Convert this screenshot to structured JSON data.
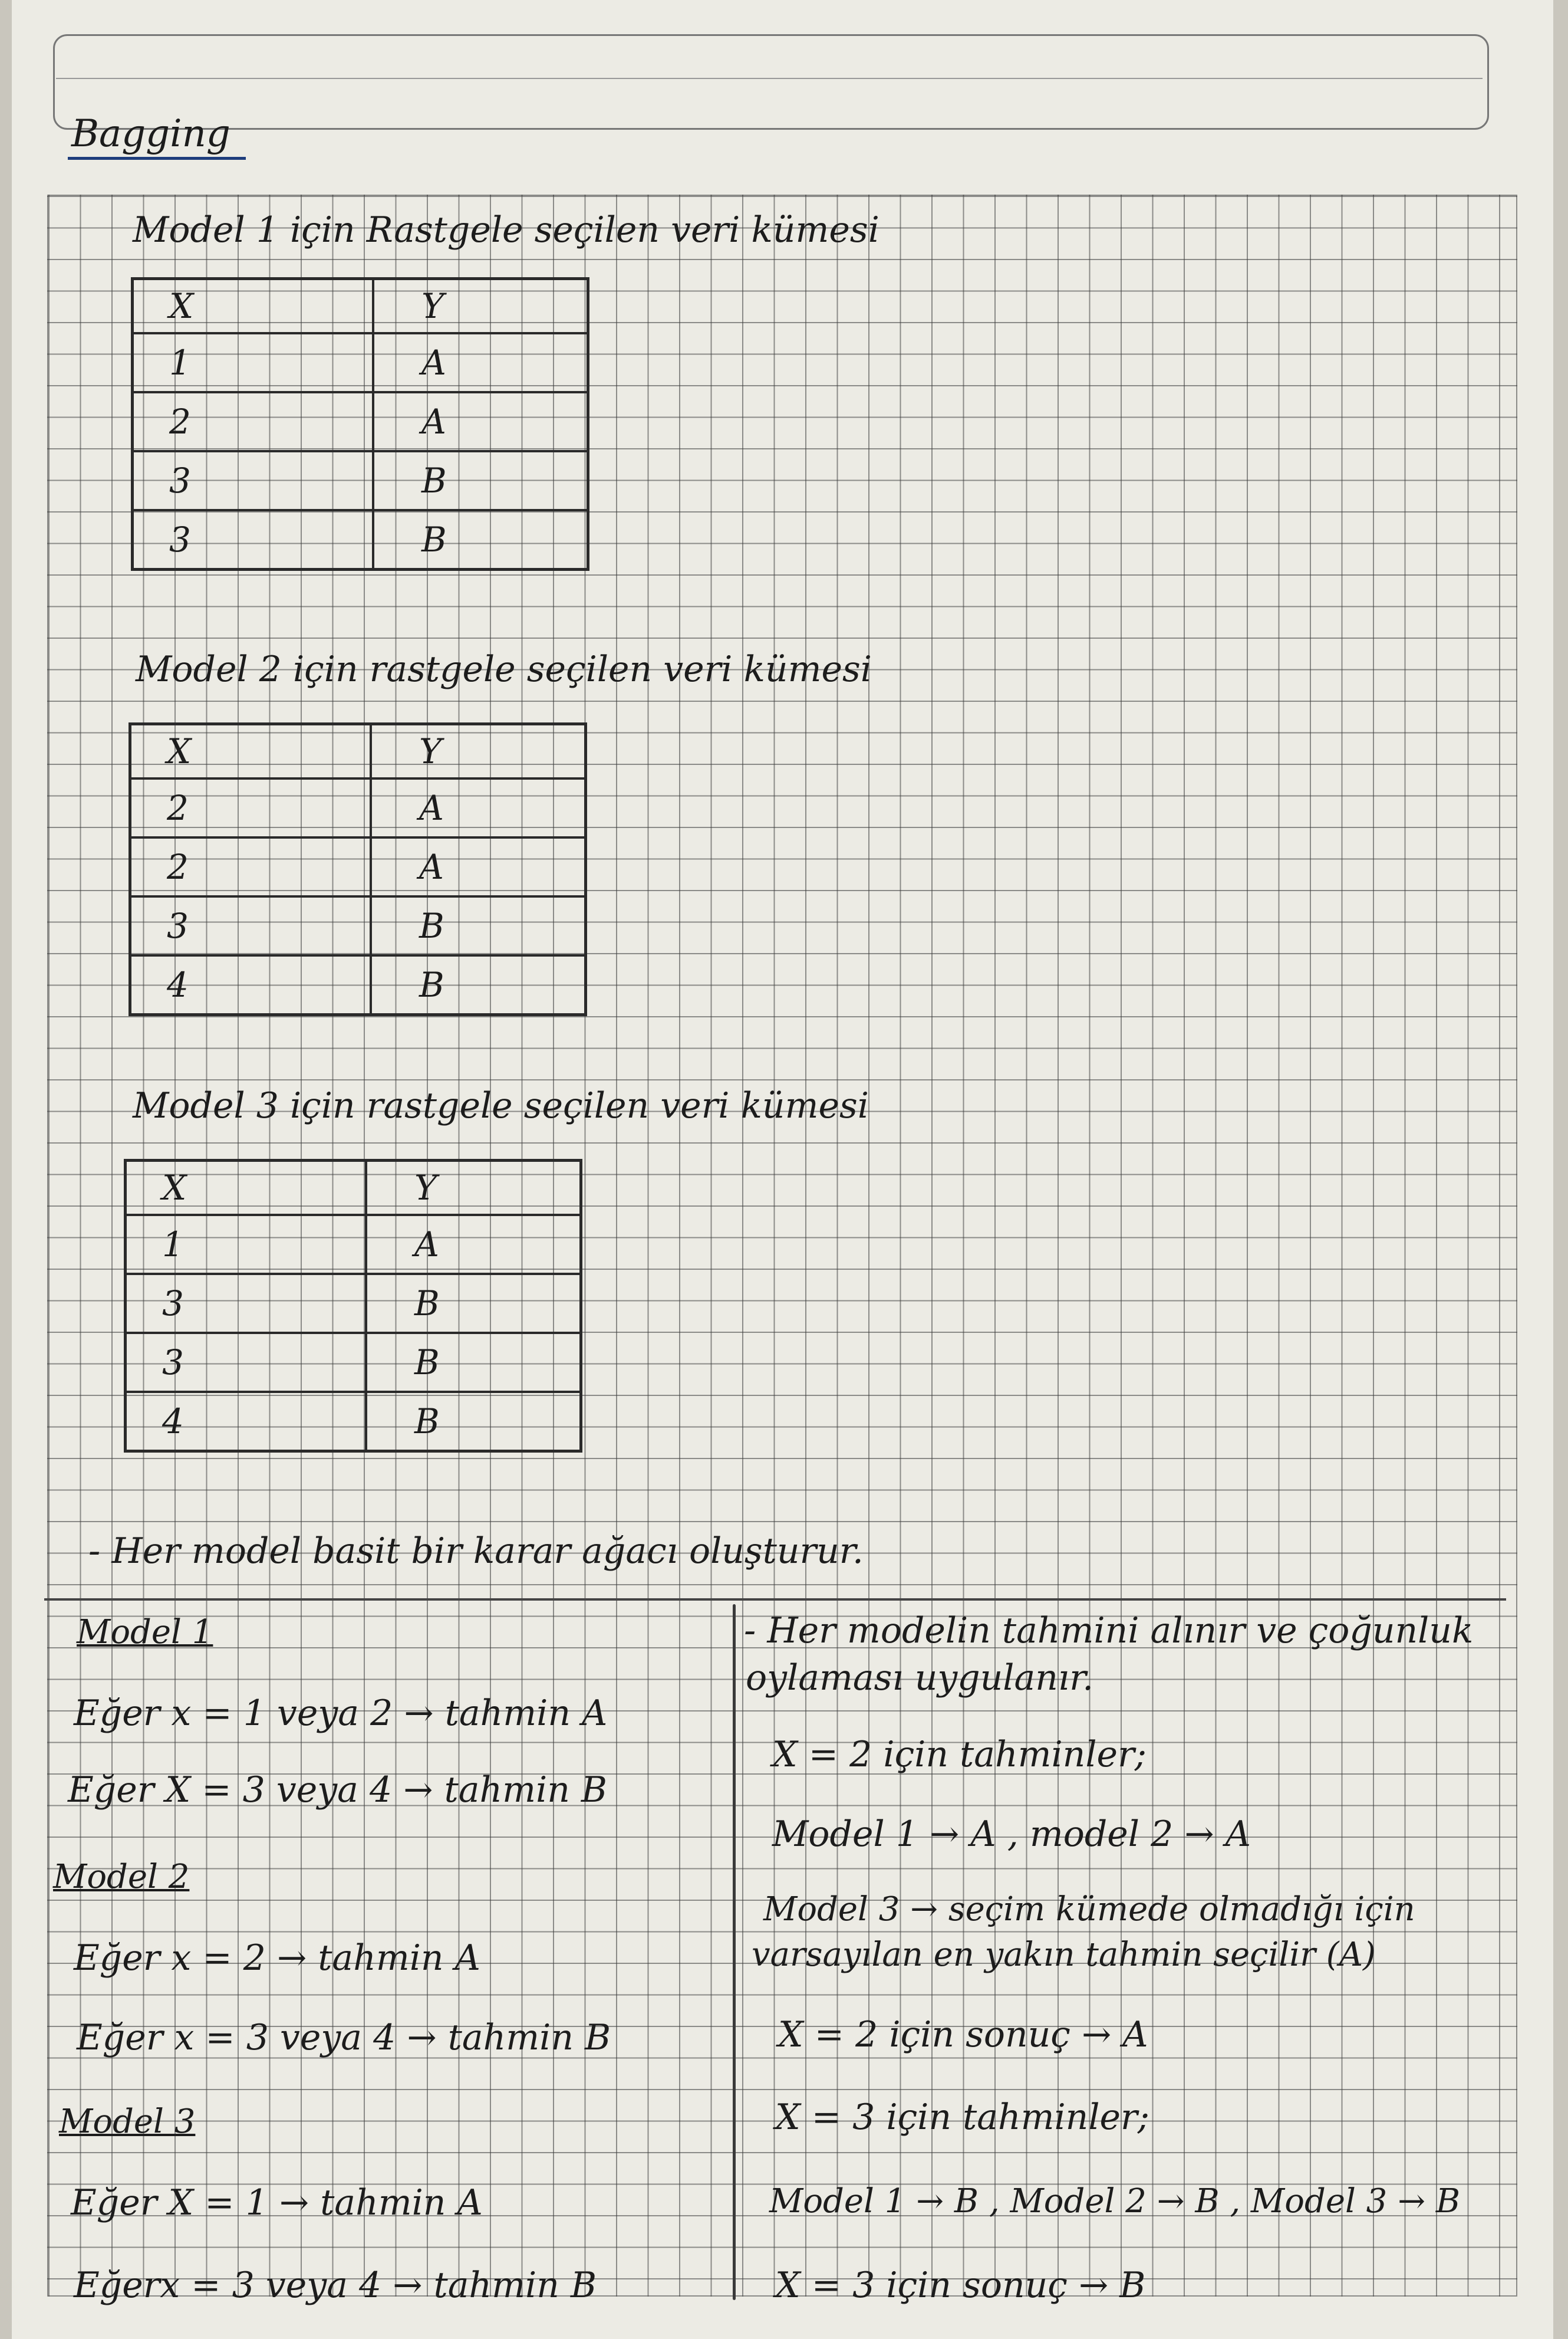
{
  "title": "Bagging",
  "sample_tables": [
    {
      "caption": "Model 1 için Rastgele seçilen veri kümesi",
      "headers": [
        "X",
        "Y"
      ],
      "rows": [
        [
          "1",
          "A"
        ],
        [
          "2",
          "A"
        ],
        [
          "3",
          "B"
        ],
        [
          "3",
          "B"
        ]
      ]
    },
    {
      "caption": "Model 2 için rastgele seçilen veri kümesi",
      "headers": [
        "X",
        "Y"
      ],
      "rows": [
        [
          "2",
          "A"
        ],
        [
          "2",
          "A"
        ],
        [
          "3",
          "B"
        ],
        [
          "4",
          "B"
        ]
      ]
    },
    {
      "caption": "Model 3 için rastgele seçilen veri kümesi",
      "headers": [
        "X",
        "Y"
      ],
      "rows": [
        [
          "1",
          "A"
        ],
        [
          "3",
          "B"
        ],
        [
          "3",
          "B"
        ],
        [
          "4",
          "B"
        ]
      ]
    }
  ],
  "tree_note": "- Her model basit bir karar ağacı oluşturur.",
  "models": [
    {
      "name": "Model 1",
      "rules": [
        "Eğer x = 1 veya 2 → tahmin A",
        "Eğer X = 3 veya 4 → tahmin B"
      ]
    },
    {
      "name": "Model 2",
      "rules": [
        "Eğer x = 2 → tahmin A",
        "Eğer x = 3 veya 4 → tahmin B"
      ]
    },
    {
      "name": "Model 3",
      "rules": [
        "Eğer X = 1 → tahmin A",
        "Eğerx = 3 veya 4 → tahmin B"
      ]
    }
  ],
  "voting": {
    "intro": [
      "- Her modelin tahmini alınır ve çoğunluk",
      "oylaması uygulanır."
    ],
    "x2_header": "X = 2 için tahminler;",
    "x2_preds": "Model 1 → A , model 2 → A",
    "x2_model3": [
      "Model 3 → seçim kümede olmadığı için",
      "varsayılan en yakın tahmin seçilir (A)"
    ],
    "x2_result": "X = 2 için sonuç → A",
    "x3_header": "X = 3 için tahminler;",
    "x3_preds": "Model 1 → B , Model 2 → B , Model 3 → B",
    "x3_result": "X = 3 için sonuç → B"
  }
}
